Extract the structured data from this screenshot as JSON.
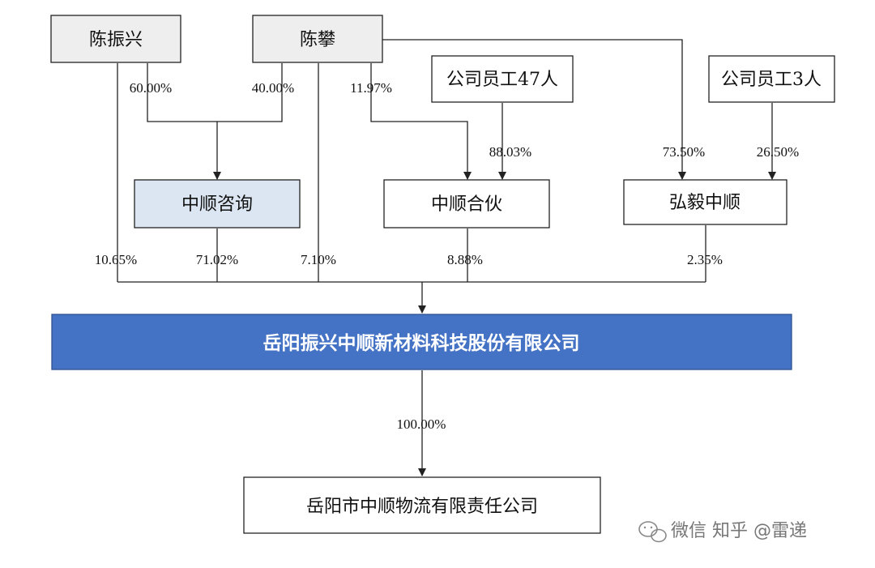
{
  "colors": {
    "line": "#222222",
    "box_border": "#222222",
    "gray_box_fill": "#eeeeee",
    "highlight_fill": "#dce6f2",
    "main_fill": "#4472c4",
    "main_border": "#2f528f",
    "main_text": "#ffffff"
  },
  "entities": {
    "chen_zhenxing": "陈振兴",
    "chen_pan": "陈攀",
    "staff_47": "公司员工47人",
    "staff_3": "公司员工3人",
    "zhongshun_consult": "中顺咨询",
    "zhongshun_partner": "中顺合伙",
    "hongyi_zhongshun": "弘毅中顺",
    "main_company": "岳阳振兴中顺新材料科技股份有限公司",
    "logistics": "岳阳市中顺物流有限责任公司"
  },
  "shares": {
    "zhenxing_to_consult": "60.00%",
    "pan_to_consult": "40.00%",
    "pan_to_partner": "11.97%",
    "staff47_to_partner": "88.03%",
    "pan_to_hongyi": "73.50%",
    "staff3_to_hongyi": "26.50%",
    "zhenxing_to_main": "10.65%",
    "consult_to_main": "71.02%",
    "pan_to_main": "7.10%",
    "partner_to_main": "8.88%",
    "hongyi_to_main": "2.35%",
    "main_to_logistics": "100.00%"
  },
  "watermark": {
    "icon": "wechat-icon",
    "text": "微信  知乎 @雷递"
  }
}
